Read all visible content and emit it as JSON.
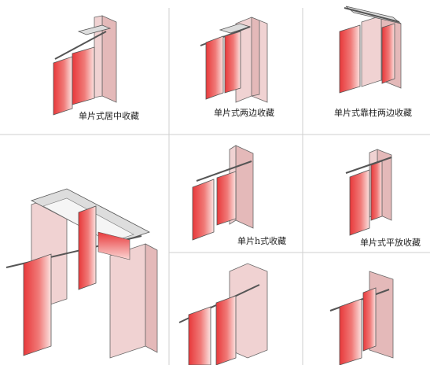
{
  "captions": [
    "单片式居中收藏",
    "单片式两边收藏",
    "单片式靠柱两边收藏",
    "单片h式收藏",
    "单片式平放收藏"
  ],
  "colors": {
    "panel_red": "#e8383a",
    "panel_light": "#fbe3e1",
    "wall": "#f0d2d2",
    "wall_side": "#e4b9b9",
    "track": "#555555",
    "grid_line": "#cfcfcf"
  }
}
